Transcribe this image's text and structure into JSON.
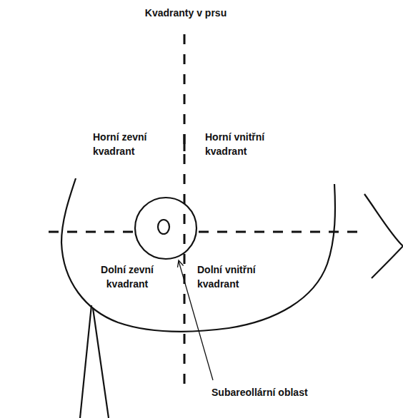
{
  "diagram": {
    "title": "Kvadranty v prsu",
    "labels": [
      "Horní zevní kvadrant",
      "Horní vnitřní kvadrant",
      "Dolní zevní kvadrant",
      "Dolní vnitřní kvadrant",
      "Subareollární oblast"
    ]
  }
}
